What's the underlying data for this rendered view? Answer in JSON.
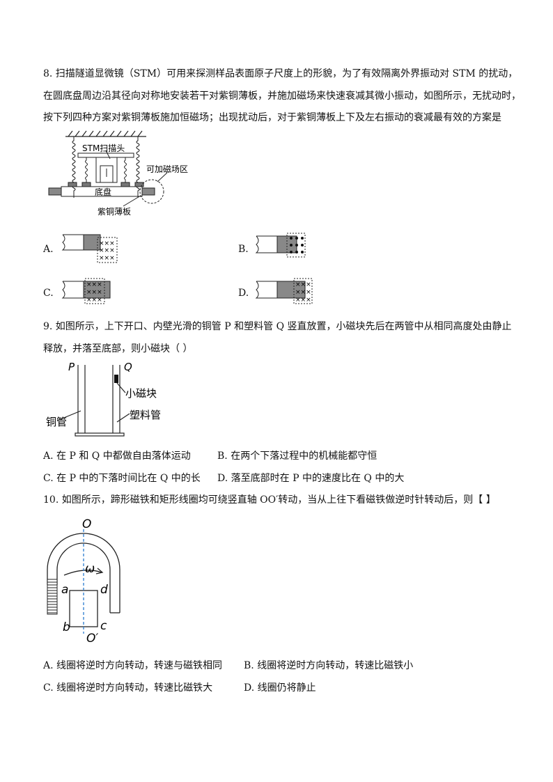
{
  "q8": {
    "line1": "8. 扫描隧道显微镜（STM）可用来探测样品表面原子尺度上的形貌，为了有效隔离外界振动对 STM 的扰动，",
    "line2": "在圆底盘周边沿其径向对称地安装若干对紫铜薄板，并施加磁场来快速衰减其微小振动，如图所示，无扰动时，",
    "line3": "按下列四种方案对紫铜薄板施加恒磁场；出现扰动后，对于紫铜薄板上下及左右振动的衰减最有效的方案是",
    "figure": {
      "stm_label": "STM扫描头",
      "field_label": "可加磁场区",
      "base_label": "底盘",
      "plate_label": "紫铜薄板"
    },
    "options": {
      "A": "A.",
      "B": "B.",
      "C": "C.",
      "D": "D."
    }
  },
  "q9": {
    "line1": "9. 如图所示，上下开口、内壁光滑的铜管 P 和塑料管 Q 竖直放置，小磁块先后在两管中从相同高度处由静止",
    "line2": "释放，并落至底部，则小磁块（   ）",
    "figure": {
      "p": "P",
      "q": "Q",
      "magnet": "小磁块",
      "copper": "铜管",
      "plastic": "塑料管"
    },
    "opt_a": "A. 在 P 和 Q 中都做自由落体运动",
    "opt_b": "B. 在两个下落过程中的机械能都守恒",
    "opt_c": "C. 在 P 中的下落时间比在 Q 中的长",
    "opt_d": "D. 落至底部时在 P 中的速度比在 Q 中的大"
  },
  "q10": {
    "line1": "10. 如图所示，蹄形磁铁和矩形线圈均可绕竖直轴 OO′转动，当从上往下看磁铁做逆时针转动后，则【  】",
    "figure": {
      "o": "O",
      "o_prime": "O′",
      "omega": "ω",
      "a": "a",
      "b": "b",
      "c": "c",
      "d": "d"
    },
    "opt_a": "A. 线圈将逆时方向转动，转速与磁铁相同",
    "opt_b": "B. 线圈将逆时方向转动，转速比磁铁小",
    "opt_c": "C. 线圈将逆时方向转动，转速比磁铁大",
    "opt_d": "D. 线圈仍将静止"
  }
}
